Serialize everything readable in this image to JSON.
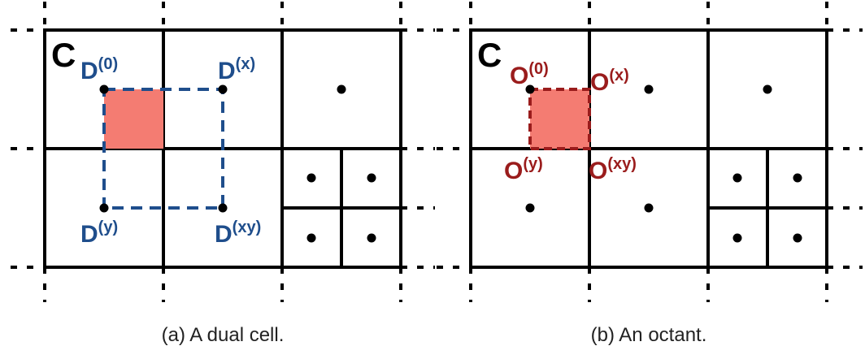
{
  "colors": {
    "grid": "#000000",
    "dual": "#1f4e8c",
    "octant": "#9a1c1c",
    "fill": "#f47c72"
  },
  "panel_a": {
    "cell_label": "C",
    "corner_labels": [
      {
        "base": "D",
        "sup": "(0)"
      },
      {
        "base": "D",
        "sup": "(x)"
      },
      {
        "base": "D",
        "sup": "(y)"
      },
      {
        "base": "D",
        "sup": "(xy)"
      }
    ],
    "caption": "(a) A dual cell."
  },
  "panel_b": {
    "cell_label": "C",
    "corner_labels": [
      {
        "base": "O",
        "sup": "(0)"
      },
      {
        "base": "O",
        "sup": "(x)"
      },
      {
        "base": "O",
        "sup": "(y)"
      },
      {
        "base": "O",
        "sup": "(xy)"
      }
    ],
    "caption": "(b) An octant."
  }
}
